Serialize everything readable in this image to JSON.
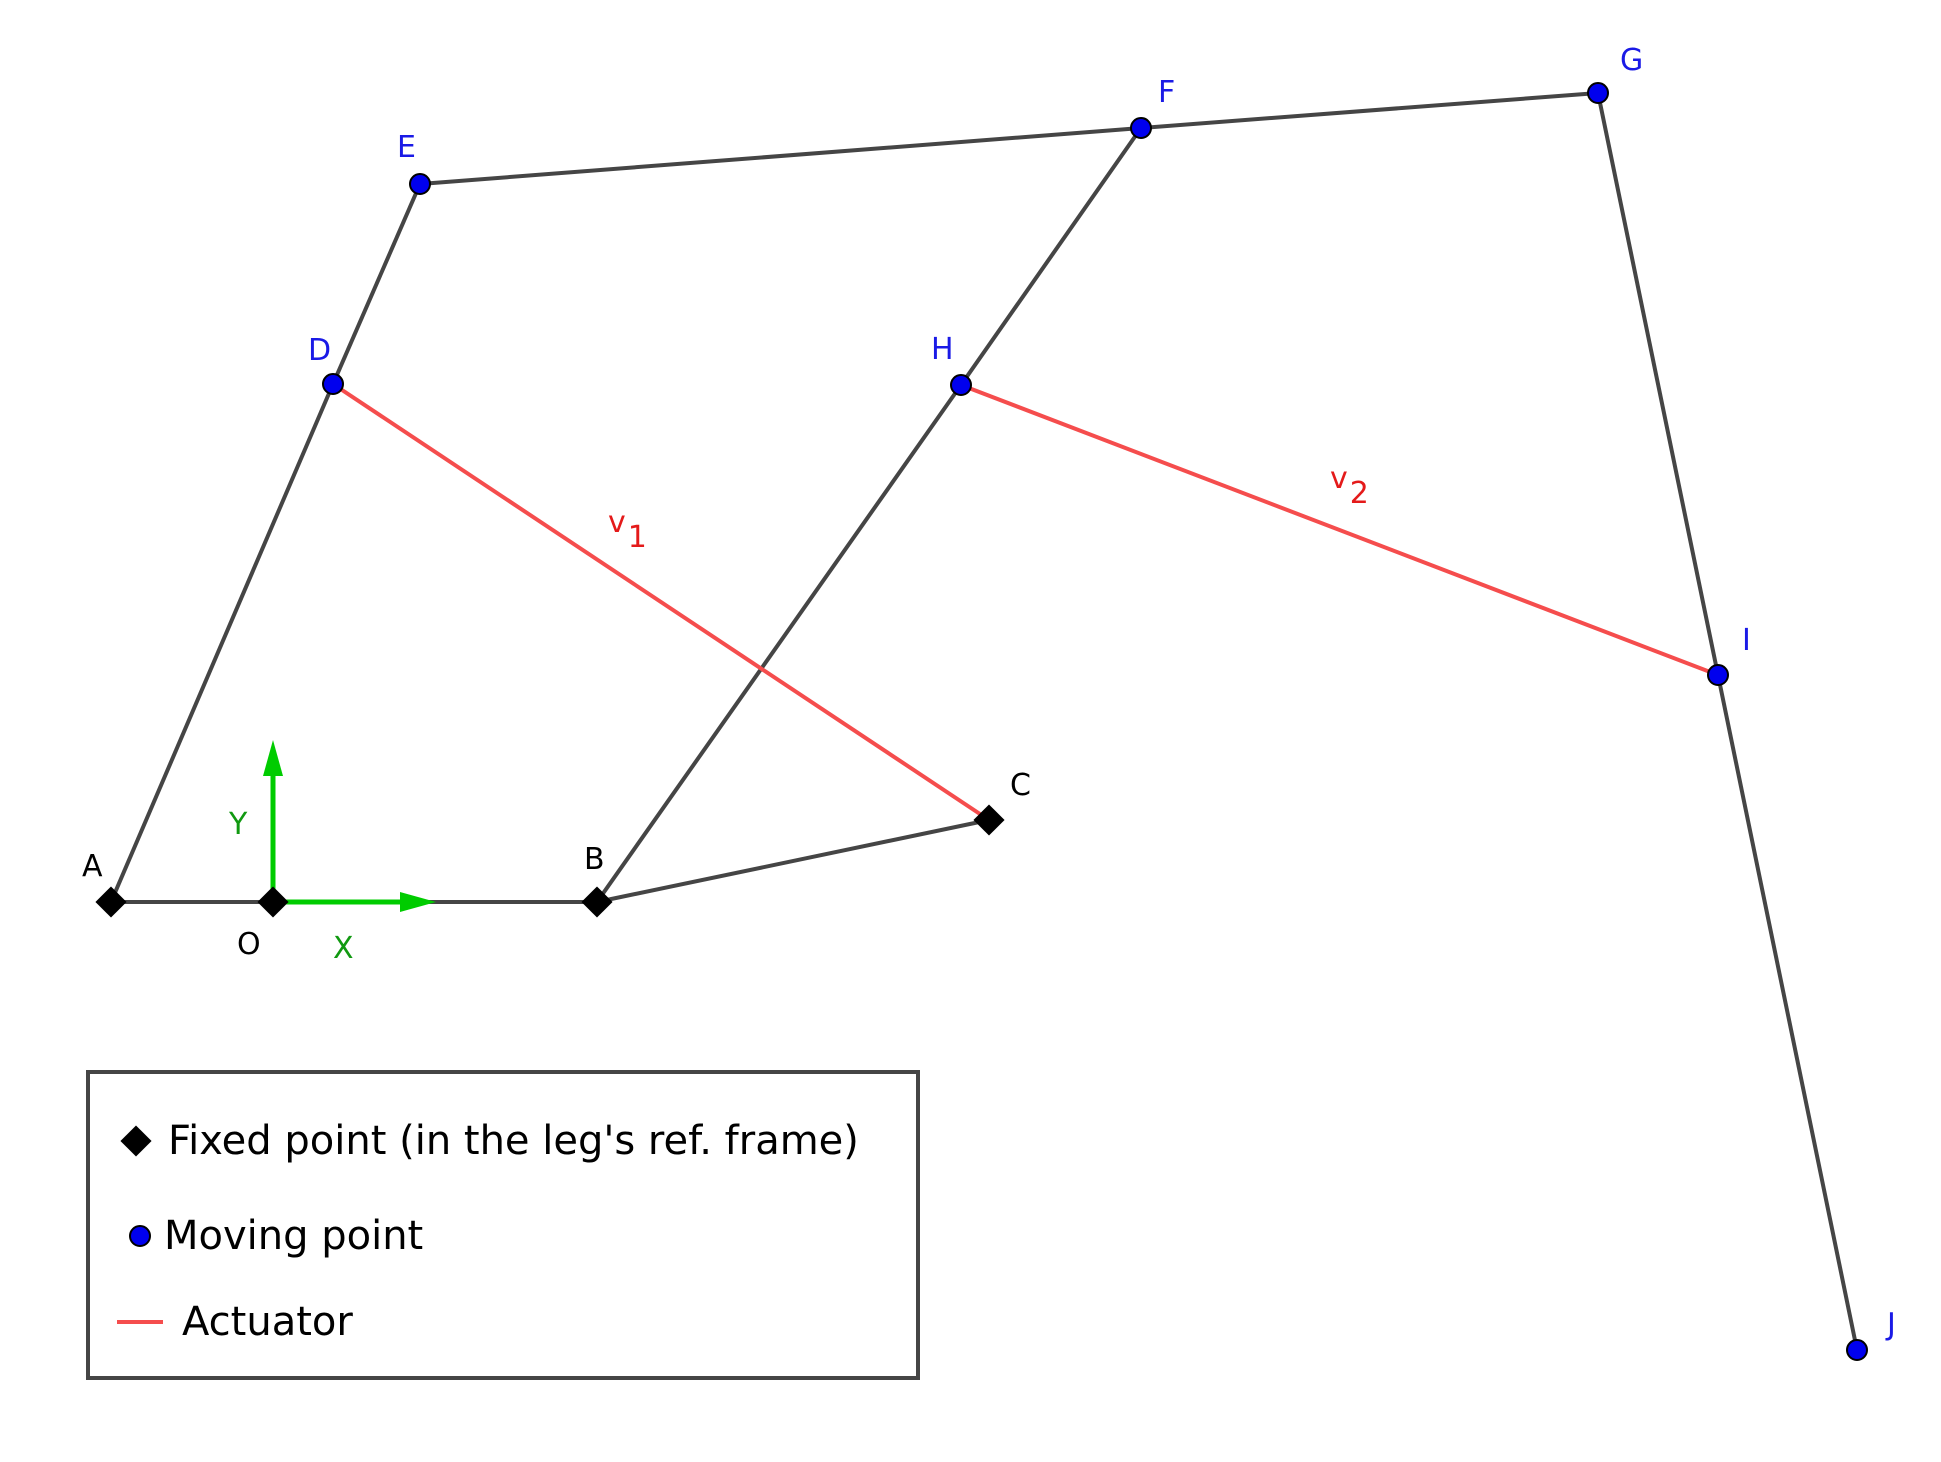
{
  "colors": {
    "link": "#454545",
    "actuator": "#f54d4d",
    "actuator_label": "#e41a1a",
    "moving_point": "#0000ee",
    "moving_label": "#1a1ae6",
    "fixed_point": "#000000",
    "axis": "#00cc00",
    "axis_label": "#119911"
  },
  "fixed_points": [
    {
      "id": "A",
      "label": "A"
    },
    {
      "id": "O",
      "label": "O"
    },
    {
      "id": "B",
      "label": "B"
    },
    {
      "id": "C",
      "label": "C"
    }
  ],
  "moving_points": [
    {
      "id": "D",
      "label": "D"
    },
    {
      "id": "E",
      "label": "E"
    },
    {
      "id": "F",
      "label": "F"
    },
    {
      "id": "G",
      "label": "G"
    },
    {
      "id": "H",
      "label": "H"
    },
    {
      "id": "I",
      "label": "I"
    },
    {
      "id": "J",
      "label": "J"
    }
  ],
  "links": [
    {
      "from": "A",
      "to": "O"
    },
    {
      "from": "O",
      "to": "B"
    },
    {
      "from": "B",
      "to": "C"
    },
    {
      "from": "A",
      "to": "D"
    },
    {
      "from": "D",
      "to": "E"
    },
    {
      "from": "E",
      "to": "F"
    },
    {
      "from": "F",
      "to": "G"
    },
    {
      "from": "B",
      "to": "H"
    },
    {
      "from": "H",
      "to": "F"
    },
    {
      "from": "G",
      "to": "I"
    },
    {
      "from": "I",
      "to": "J"
    }
  ],
  "actuators": [
    {
      "from": "D",
      "to": "C",
      "label": "v",
      "subscript": "1"
    },
    {
      "from": "H",
      "to": "I",
      "label": "v",
      "subscript": "2"
    }
  ],
  "axes": {
    "x_label": "X",
    "y_label": "Y"
  },
  "legend": {
    "fixed": "Fixed point (in the leg's ref. frame)",
    "moving": "Moving point",
    "actuator": "Actuator"
  }
}
